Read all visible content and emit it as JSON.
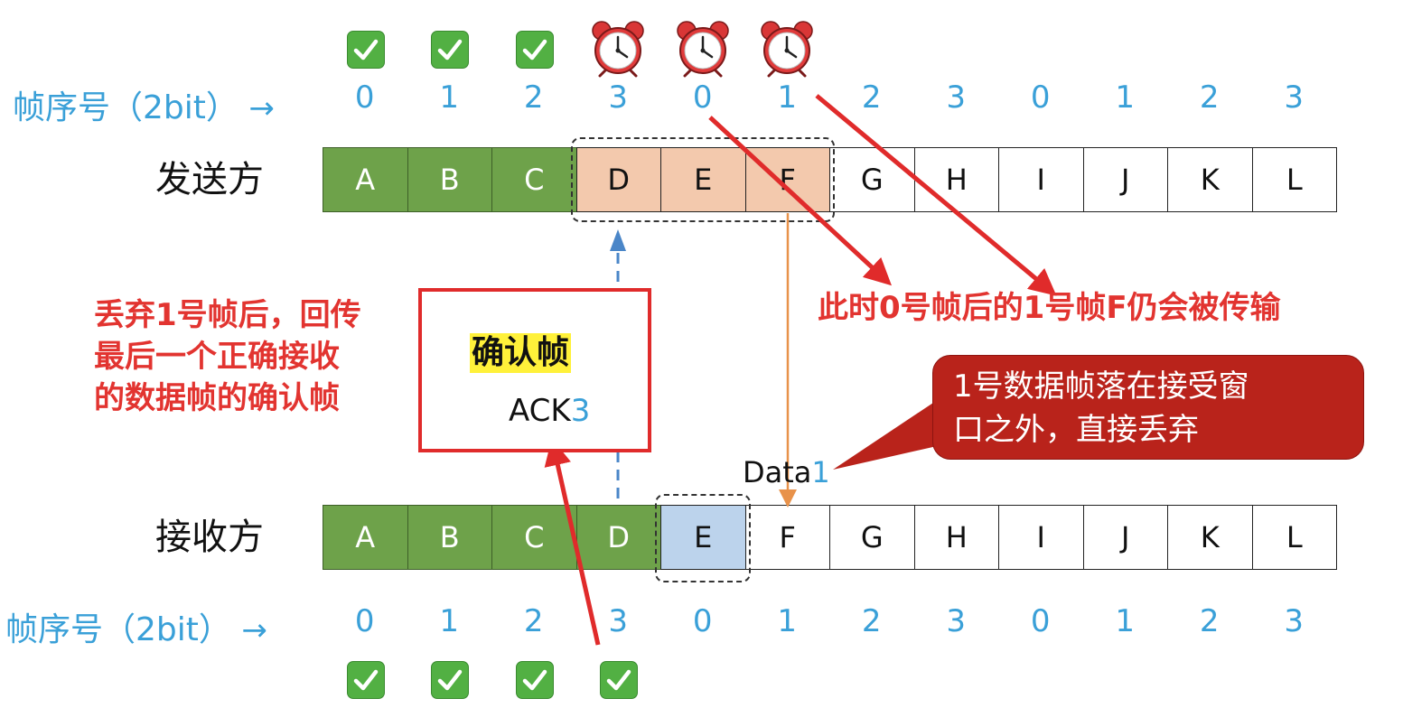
{
  "seq_label": "帧序号（2bit）",
  "seq_arrow": "→",
  "seq_numbers": [
    "0",
    "1",
    "2",
    "3",
    "0",
    "1",
    "2",
    "3",
    "0",
    "1",
    "2",
    "3"
  ],
  "sender": {
    "label": "发送方",
    "frames": [
      "A",
      "B",
      "C",
      "D",
      "E",
      "F",
      "G",
      "H",
      "I",
      "J",
      "K",
      "L"
    ],
    "acked_count": 3,
    "window_start": 3,
    "window_size": 3,
    "timer_count": 3
  },
  "receiver": {
    "label": "接收方",
    "frames": [
      "A",
      "B",
      "C",
      "D",
      "E",
      "F",
      "G",
      "H",
      "I",
      "J",
      "K",
      "L"
    ],
    "received_count": 4,
    "window_start": 4,
    "window_size": 1
  },
  "ack_box": {
    "title": "确认帧",
    "ack_prefix": "ACK",
    "ack_num": "3"
  },
  "left_note": [
    "丢弃1号帧后，回传",
    "最后一个正确接收",
    "的数据帧的确认帧"
  ],
  "right_note": "此时0号帧后的1号帧F仍会被传输",
  "callout": [
    "1号数据帧落在接受窗",
    "口之外，直接丢弃"
  ],
  "data_label": {
    "prefix": "Data",
    "num": "1"
  },
  "colors": {
    "acked": "#6ea24a",
    "sender_window": "#f3c9ad",
    "receiver_window": "#bcd3ec",
    "seq": "#3aa0d8",
    "annotation_red": "#e23430",
    "callout_bg": "#b9231b"
  },
  "icons": {
    "check": "check-box-icon",
    "timer": "alarm-clock-icon"
  }
}
